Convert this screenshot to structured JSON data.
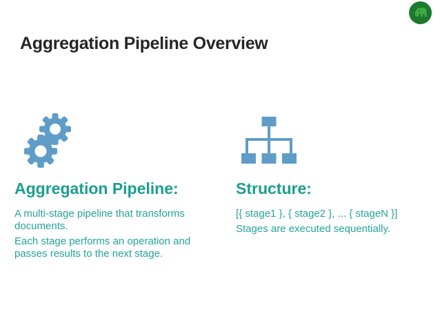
{
  "slide": {
    "title": "Aggregation Pipeline Overview"
  },
  "logo": {
    "name": "green-elephant-logo"
  },
  "columns": [
    {
      "icon": "gears-icon",
      "heading": "Aggregation Pipeline:",
      "paragraphs": [
        "A multi-stage pipeline that transforms documents.",
        "Each stage performs an operation and passes results to the next stage."
      ]
    },
    {
      "icon": "hierarchy-icon",
      "heading": "Structure:",
      "paragraphs": [
        "[{ stage1 }, { stage2 }, ... { stageN }]",
        "Stages are executed sequentially."
      ]
    }
  ],
  "colors": {
    "title_dark": "#262626",
    "accent_teal": "#1a9f8e",
    "body_teal": "#23a39c",
    "icon_blue": "#5f9cc8",
    "logo_dark_green": "#1b7a2e",
    "logo_light_green": "#3fa944"
  }
}
